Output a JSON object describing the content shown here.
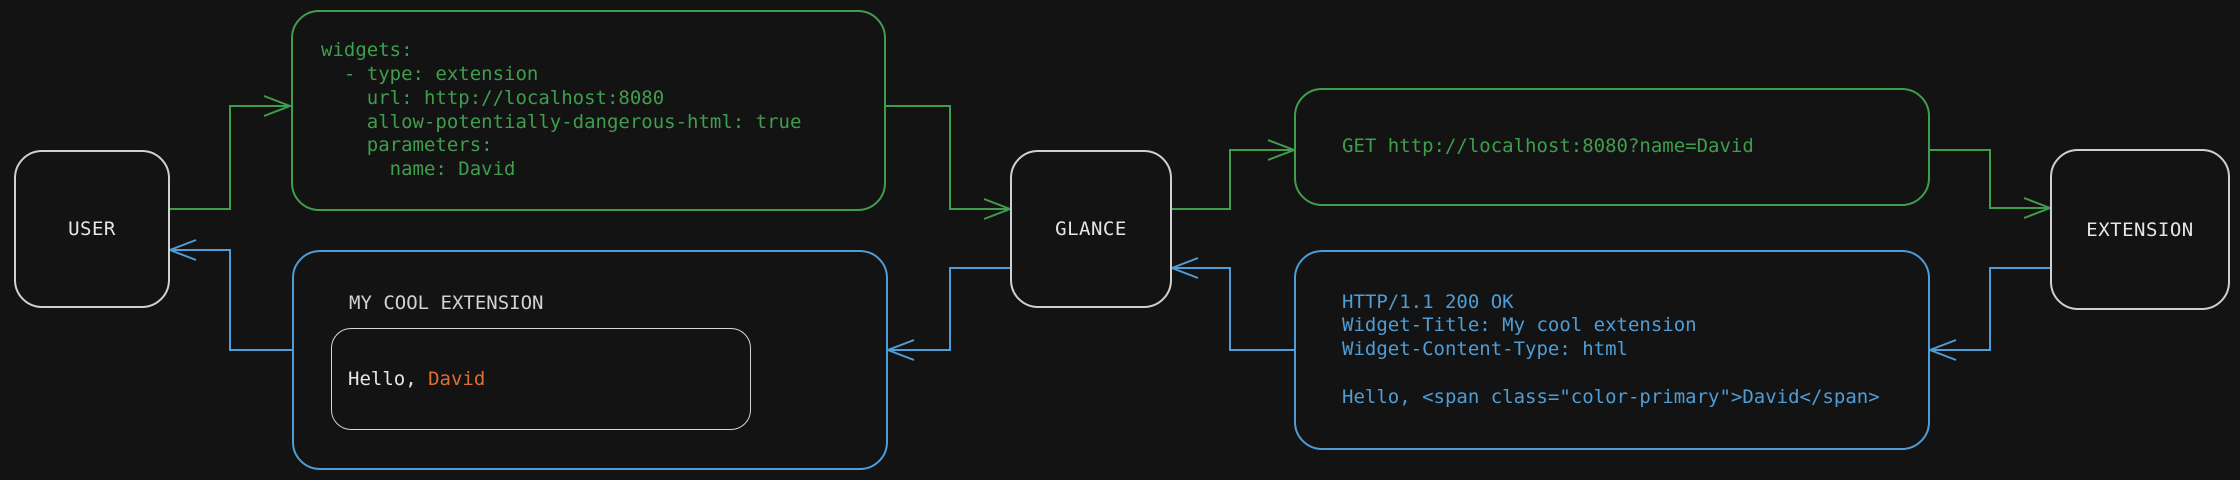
{
  "colors": {
    "bg": "#131313",
    "green": "#3f9e4d",
    "blue": "#4f9dd6",
    "orange": "#df6e33",
    "node_border": "#d0d0d0",
    "text_light": "#e6e6e6",
    "text_gray": "#d2d2d2"
  },
  "nodes": {
    "user": {
      "label": "USER"
    },
    "glance": {
      "label": "GLANCE"
    },
    "extension": {
      "label": "EXTENSION"
    }
  },
  "config_box": {
    "lines": [
      "widgets:",
      "  - type: extension",
      "    url: http://localhost:8080",
      "    allow-potentially-dangerous-html: true",
      "    parameters:",
      "      name: David"
    ]
  },
  "request_box": {
    "text": "GET http://localhost:8080?name=David"
  },
  "response_box": {
    "lines": [
      "HTTP/1.1 200 OK",
      "Widget-Title: My cool extension",
      "Widget-Content-Type: html",
      "",
      "Hello, <span class=\"color-primary\">David</span>"
    ]
  },
  "widget_box": {
    "title": "MY COOL EXTENSION",
    "greeting_prefix": "Hello, ",
    "greeting_name": "David"
  },
  "edges": [
    {
      "from": "user",
      "to": "config-box",
      "color": "green"
    },
    {
      "from": "config-box",
      "to": "glance",
      "color": "green"
    },
    {
      "from": "glance",
      "to": "request-box",
      "color": "green"
    },
    {
      "from": "request-box",
      "to": "extension",
      "color": "green"
    },
    {
      "from": "extension",
      "to": "response-box",
      "color": "blue"
    },
    {
      "from": "response-box",
      "to": "glance",
      "color": "blue"
    },
    {
      "from": "glance",
      "to": "widget-box",
      "color": "blue"
    },
    {
      "from": "widget-box",
      "to": "user",
      "color": "blue"
    }
  ]
}
